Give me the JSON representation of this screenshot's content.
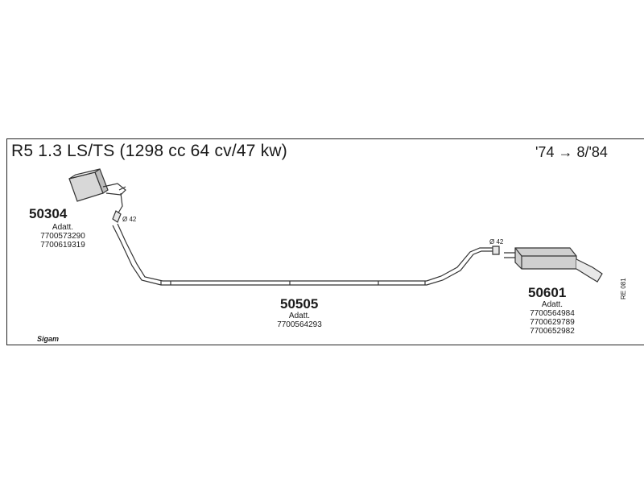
{
  "header": {
    "title": "R5 1.3 LS/TS (1298 cc 64 cv/47 kw)",
    "years": "'74 → 8/'84"
  },
  "parts": [
    {
      "number": "50304",
      "label": "Adatt.",
      "oem": [
        "7700573290",
        "7700619319"
      ]
    },
    {
      "number": "50505",
      "label": "Adatt.",
      "oem": [
        "7700564293"
      ]
    },
    {
      "number": "50601",
      "label": "Adatt.",
      "oem": [
        "7700564984",
        "7700629789",
        "7700652982"
      ]
    }
  ],
  "diameters": [
    "Ø 42",
    "Ø 42"
  ],
  "reference": "RE 081",
  "brand": "Sigam"
}
